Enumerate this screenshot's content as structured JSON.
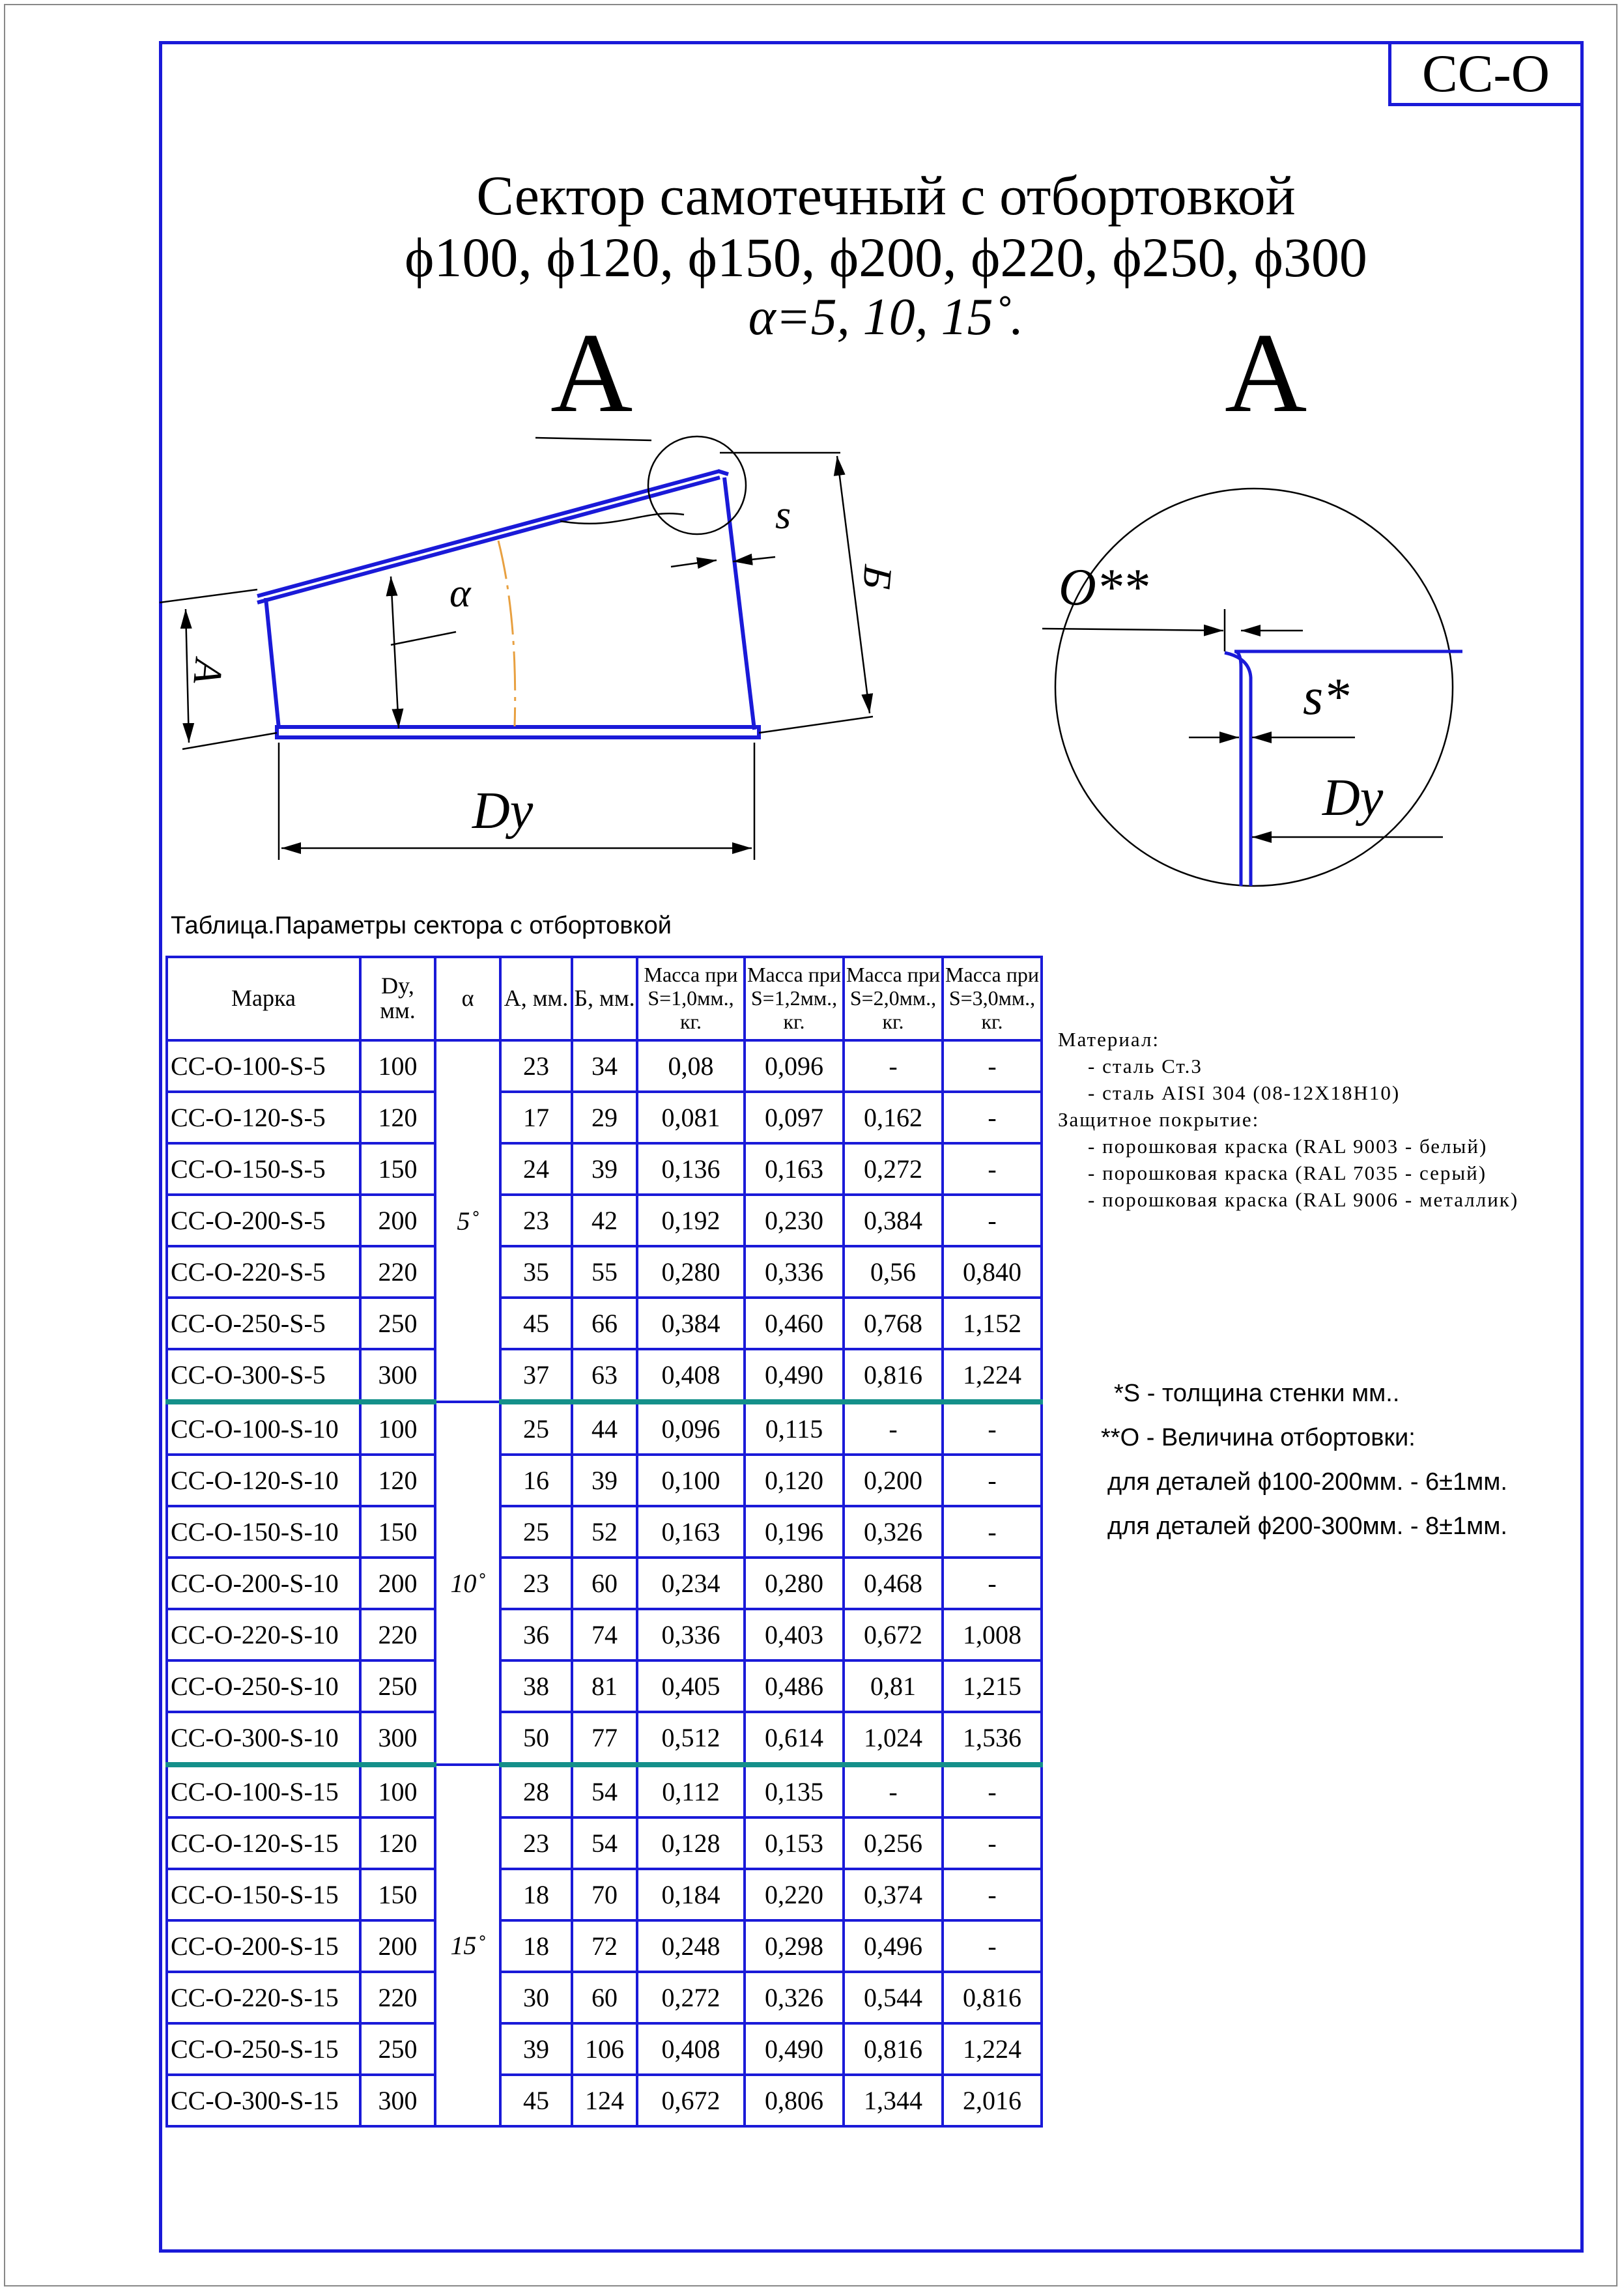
{
  "code": "СС-О",
  "title": {
    "line1": "Сектор самотечный с отбортовкой",
    "line2": "ϕ100, ϕ120, ϕ150, ϕ200, ϕ220, ϕ250, ϕ300",
    "line3": "α=5, 10, 15˚."
  },
  "views": {
    "left_letter": "А",
    "right_letter": "А"
  },
  "dims": {
    "alpha": "α",
    "a": "А",
    "b": "Б",
    "s": "s",
    "dy": "Dy",
    "o": "O**",
    "s_star": "s*",
    "dy_detail": "Dy"
  },
  "table": {
    "caption": "Таблица.Параметры сектора с отбортовкой",
    "headers": {
      "mark": "Марка",
      "dy": "Dy, мм.",
      "alpha": "α",
      "a": "А, мм.",
      "b": "Б, мм.",
      "m1": "Масса при S=1,0мм., кг.",
      "m12": "Масса при S=1,2мм., кг.",
      "m2": "Масса при S=2,0мм., кг.",
      "m3": "Масса при S=3,0мм., кг."
    },
    "groups": [
      {
        "alpha": "5˚",
        "rows": [
          [
            "СС-О-100-S-5",
            "100",
            "23",
            "34",
            "0,08",
            "0,096",
            "-",
            "-"
          ],
          [
            "СС-О-120-S-5",
            "120",
            "17",
            "29",
            "0,081",
            "0,097",
            "0,162",
            "-"
          ],
          [
            "СС-О-150-S-5",
            "150",
            "24",
            "39",
            "0,136",
            "0,163",
            "0,272",
            "-"
          ],
          [
            "СС-О-200-S-5",
            "200",
            "23",
            "42",
            "0,192",
            "0,230",
            "0,384",
            "-"
          ],
          [
            "СС-О-220-S-5",
            "220",
            "35",
            "55",
            "0,280",
            "0,336",
            "0,56",
            "0,840"
          ],
          [
            "СС-О-250-S-5",
            "250",
            "45",
            "66",
            "0,384",
            "0,460",
            "0,768",
            "1,152"
          ],
          [
            "СС-О-300-S-5",
            "300",
            "37",
            "63",
            "0,408",
            "0,490",
            "0,816",
            "1,224"
          ]
        ]
      },
      {
        "alpha": "10˚",
        "rows": [
          [
            "СС-О-100-S-10",
            "100",
            "25",
            "44",
            "0,096",
            "0,115",
            "-",
            "-"
          ],
          [
            "СС-О-120-S-10",
            "120",
            "16",
            "39",
            "0,100",
            "0,120",
            "0,200",
            "-"
          ],
          [
            "СС-О-150-S-10",
            "150",
            "25",
            "52",
            "0,163",
            "0,196",
            "0,326",
            "-"
          ],
          [
            "СС-О-200-S-10",
            "200",
            "23",
            "60",
            "0,234",
            "0,280",
            "0,468",
            "-"
          ],
          [
            "СС-О-220-S-10",
            "220",
            "36",
            "74",
            "0,336",
            "0,403",
            "0,672",
            "1,008"
          ],
          [
            "СС-О-250-S-10",
            "250",
            "38",
            "81",
            "0,405",
            "0,486",
            "0,81",
            "1,215"
          ],
          [
            "СС-О-300-S-10",
            "300",
            "50",
            "77",
            "0,512",
            "0,614",
            "1,024",
            "1,536"
          ]
        ]
      },
      {
        "alpha": "15˚",
        "rows": [
          [
            "СС-О-100-S-15",
            "100",
            "28",
            "54",
            "0,112",
            "0,135",
            "-",
            "-"
          ],
          [
            "СС-О-120-S-15",
            "120",
            "23",
            "54",
            "0,128",
            "0,153",
            "0,256",
            "-"
          ],
          [
            "СС-О-150-S-15",
            "150",
            "18",
            "70",
            "0,184",
            "0,220",
            "0,374",
            "-"
          ],
          [
            "СС-О-200-S-15",
            "200",
            "18",
            "72",
            "0,248",
            "0,298",
            "0,496",
            "-"
          ],
          [
            "СС-О-220-S-15",
            "220",
            "30",
            "60",
            "0,272",
            "0,326",
            "0,544",
            "0,816"
          ],
          [
            "СС-О-250-S-15",
            "250",
            "39",
            "106",
            "0,408",
            "0,490",
            "0,816",
            "1,224"
          ],
          [
            "СС-О-300-S-15",
            "300",
            "45",
            "124",
            "0,672",
            "0,806",
            "1,344",
            "2,016"
          ]
        ]
      }
    ]
  },
  "material": {
    "title": "Материал:",
    "items": [
      "- сталь Ст.3",
      "- сталь AISI 304 (08-12Х18Н10)"
    ],
    "coating_title": "Защитное покрытие:",
    "coatings": [
      "- порошковая краска (RAL 9003 - белый)",
      "- порошковая краска (RAL 7035 - серый)",
      "- порошковая краска (RAL 9006 - металлик)"
    ]
  },
  "footnotes": {
    "s_note": "*S - толщина стенки мм..",
    "o_note": "**О - Величина отбортовки:",
    "o_line1": "для деталей ϕ100-200мм. - 6±1мм.",
    "o_line2": "для деталей ϕ200-300мм. - 8±1мм."
  },
  "colors": {
    "frame_blue": "#1a1ad8",
    "group_divider": "#14908a",
    "arc_orange": "#e8a040"
  }
}
